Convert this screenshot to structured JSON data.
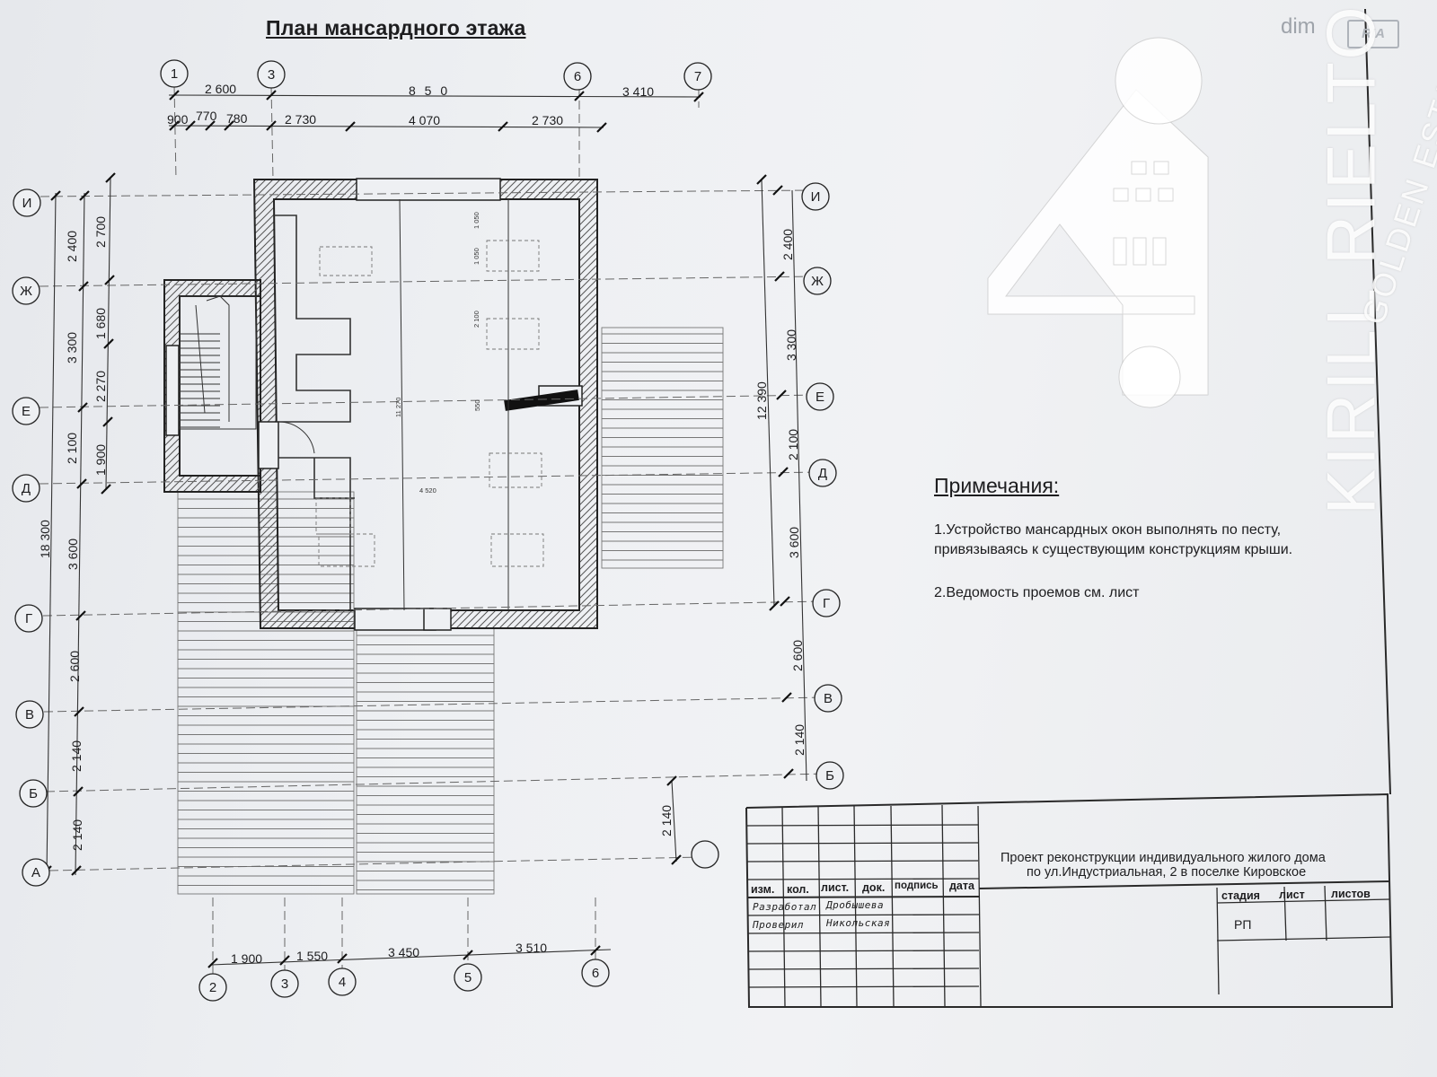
{
  "title": "План мансардного этажа",
  "top_axes": [
    "1",
    "3",
    "6",
    "7"
  ],
  "top_dims_row1": [
    "2 600",
    "8 5 0",
    "3 410"
  ],
  "top_dims_row2": [
    "900",
    "770",
    "780",
    "2 730",
    "4 070",
    "2 730"
  ],
  "left_axes": [
    "И",
    "Ж",
    "Е",
    "Д",
    "Г",
    "В",
    "Б",
    "А"
  ],
  "left_dims_outer": [
    "2 400",
    "3 300",
    "2 100",
    "3 600",
    "2 600",
    "2 140",
    "2 140"
  ],
  "left_dims_inner": [
    "2 700",
    "1 680",
    "2 270",
    "1 900"
  ],
  "left_total": "18 300",
  "right_axes": [
    "И",
    "Ж",
    "Е",
    "Д",
    "Г",
    "В",
    "Б"
  ],
  "right_dims": [
    "2 400",
    "3 300",
    "2 100",
    "3 600",
    "2 600",
    "2 140"
  ],
  "right_total": "12 390",
  "lower_dim": "2 140",
  "bottom_axes": [
    "2",
    "3",
    "4",
    "5",
    "6"
  ],
  "bottom_dims": [
    "1 900",
    "1 550",
    "3 450",
    "3 510"
  ],
  "plan_small_labels": [
    "11 270",
    "4 520",
    "1 050",
    "1 050",
    "2 100",
    "550"
  ],
  "notes": {
    "title": "Примечания:",
    "item1_line1": "1.Устройство мансардных окон выполнять по песту,",
    "item1_line2": "привязываясь к существующим конструкциям крыши.",
    "item2": "2.Ведомость проемов см. лист"
  },
  "title_block": {
    "project_line1": "Проект реконструкции индивидуального жилого дома",
    "project_line2": "по ул.Индустриальная, 2  в поселке Кировское",
    "col_izm": "изм.",
    "col_kol": "кол.",
    "col_list": "лист.",
    "col_dok": "док.",
    "col_podpis": "подпись",
    "col_data": "дата",
    "stage_label": "стадия",
    "sheet_label": "лист",
    "sheets_label": "листов",
    "stage_value": "РП",
    "developed_role": "Разработал",
    "developed_name": "Дробышева",
    "checked_role": "Проверил",
    "checked_name": "Никольская"
  },
  "watermarks": {
    "dim": "dim",
    "ria": "RIA",
    "kirill": "KIRILL RIELTOR",
    "golden": "GOLDEN ESTATE"
  },
  "colors": {
    "ink": "#1d1d1f",
    "paper": "#eceef1",
    "frame": "#2b2e33"
  }
}
